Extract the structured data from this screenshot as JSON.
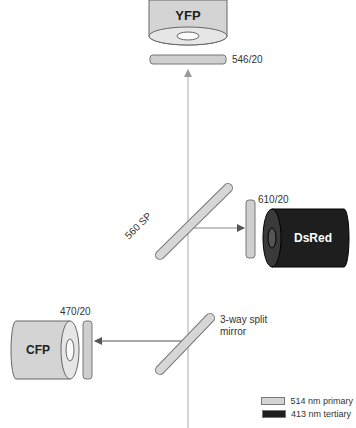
{
  "diagram": {
    "nodes": [
      {
        "text": [
          "YFP"
        ]
      },
      {
        "text": [
          "DsRed"
        ]
      },
      {
        "text": [
          "CFP"
        ]
      }
    ],
    "labels": [
      "546/20",
      "560 SP",
      "610/20",
      "470/20",
      "3-way split mirror"
    ],
    "legend": [
      {
        "text": "514 nm primary",
        "color": "#d4d4d4"
      },
      {
        "text": "413 nm tertiary",
        "color": "#1e1e1e"
      }
    ]
  }
}
